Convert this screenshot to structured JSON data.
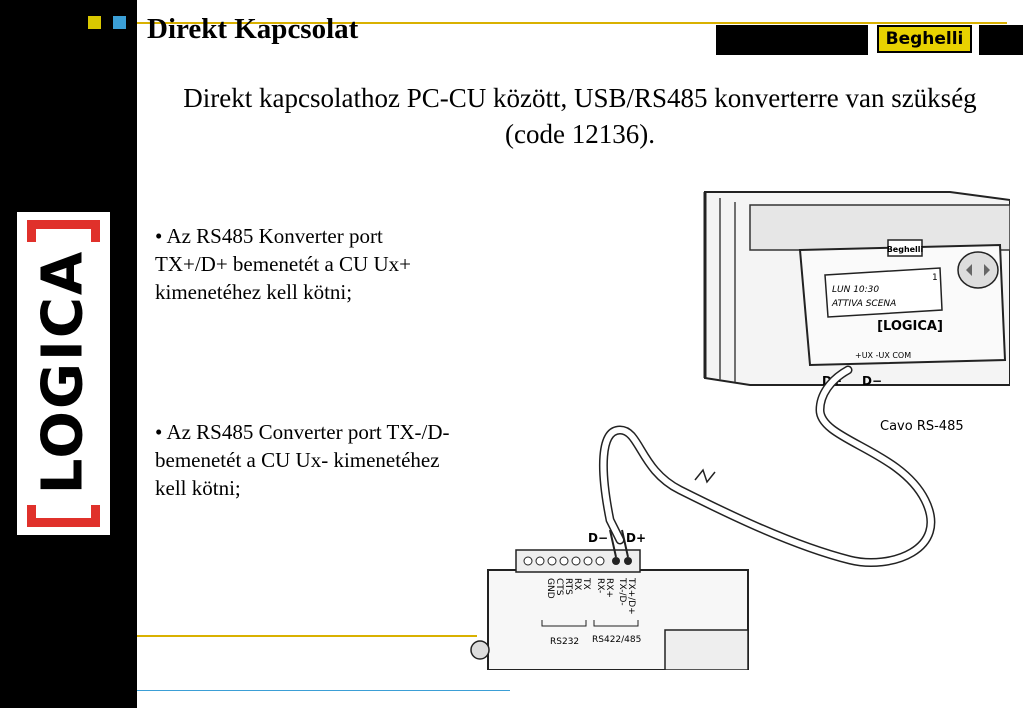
{
  "slide": {
    "title": "Direkt Kapcsolat",
    "subtitle": "Direkt kapcsolathoz PC-CU között, USB/RS485 konverterre van szükség (code 12136).",
    "bullets": [
      "• Az RS485 Konverter port TX+/D+ bemenetét a CU Ux+ kimenetéhez kell kötni;",
      "• Az RS485 Converter port TX-/D- bemenetét a CU Ux- kimenetéhez kell kötni;"
    ]
  },
  "header": {
    "brand_logo": "Beghelli",
    "side_logo": "LOGICA"
  },
  "diagram": {
    "cu_brand": "Beghelli",
    "cu_display_line1": "LUN 10:30",
    "cu_display_line2": "ATTIVA SCENA",
    "cu_display_number": "1",
    "cu_logo": "[LOGICA]",
    "cu_ports": "+UX   -UX   COM",
    "cu_label_dplus": "D+",
    "cu_label_dminus": "D−",
    "cable_label": "Cavo RS-485",
    "conv_label_dminus": "D−",
    "conv_label_dplus": "D+",
    "conv_pins": [
      "GND",
      "CTS",
      "RTS",
      "RX",
      "TX",
      "RX-",
      "RX+",
      "TX-/D-",
      "TX+/D+"
    ],
    "group_rs232": "RS232",
    "group_rs485": "RS422/485"
  },
  "colors": {
    "accent_gold": "#d9b100",
    "brand_yellow": "#e8d200",
    "logica_red": "#e0312b",
    "accent_blue": "#3b9fd6"
  }
}
